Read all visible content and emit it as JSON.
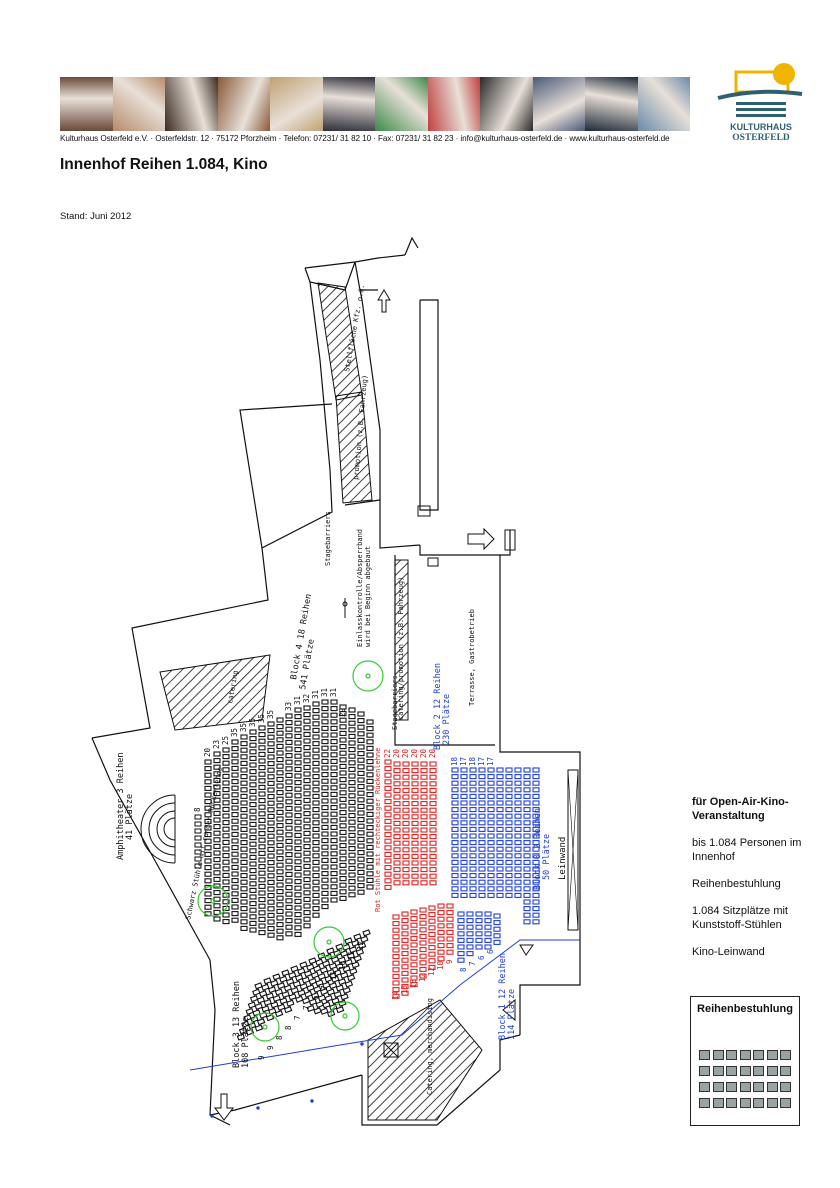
{
  "header": {
    "contact_line": "Kulturhaus Osterfeld e.V. · Osterfeldstr. 12 · 75172 Pforzheim · Telefon: 07231/ 31 82 10 · Fax: 07231/ 31 82 23 · info@kulturhaus-osterfeld.de · www.kulturhaus-osterfeld.de",
    "logo_line1": "KULTURHAUS",
    "logo_line2": "OSTERFELD",
    "banner_colors": [
      "#6b4a3a",
      "#b88a6a",
      "#3a2b22",
      "#8a5a3a",
      "#c0a070",
      "#2e2e3a",
      "#3c8a4a",
      "#c04040",
      "#2a2a2a",
      "#4a5a7a",
      "#1e2a3a",
      "#6a8aa8"
    ]
  },
  "page_title": "Innenhof Reihen 1.084, Kino",
  "stand": "Stand: Juni 2012",
  "plan": {
    "labels": {
      "stagebarriers": "Stagebarriers",
      "stellflaeche": "Stellfläche Kfz. o.ä.",
      "promotion_top": "promotion (z.B. Fahrzeug)",
      "einlass": "Einlasskontrolle/Absperrband",
      "einlass2": "wird bei Beginn abgebaut",
      "promotion_mid": "catering/promotion (z.B. Fahrzeug)",
      "stagebarriers2": "Stagebarriers",
      "terrasse": "Terrasse, Gastrobetrieb",
      "catering_left": "catering",
      "catering_bottom": "Catering, merchandising",
      "leinwand": "Leinwand",
      "schwarz_stuehle": "Schwarz Stühle mit runder Rückenlehne",
      "rot_stuehle": "Rot Stühle mit rechteckiger Rückenlehne"
    },
    "blocks": {
      "amphi_title": "Amphitheater  3 Reihen",
      "amphi_count": "41 Plätze",
      "block4_title": "Block 4  18 Reihen",
      "block4_count": "541 Plätze",
      "block2_title": "Block 2  12 Reihen",
      "block2_count": "230 Plätze",
      "block0_title": "Block 0  2 Reihen",
      "block0_count": "50 Plätze",
      "block1_title": "Block 1  12 Reihen",
      "block1_count": "114 Plätze",
      "block3_title": "Block 3   13 Reihen",
      "block3_count": "108 Plätze"
    },
    "row_numbers": {
      "black": [
        "20",
        "23",
        "25",
        "35",
        "35",
        "35",
        "35",
        "35",
        "33",
        "31",
        "32",
        "31",
        "31",
        "31",
        "29"
      ],
      "red": [
        "22",
        "20",
        "20",
        "20",
        "20",
        "20"
      ],
      "blue": [
        "18",
        "17",
        "18",
        "17",
        "17"
      ],
      "amphi_top": "8",
      "red_lower": [
        "14",
        "13",
        "13",
        "12",
        "12",
        "10",
        "9"
      ],
      "blue_lower": [
        "8",
        "7",
        "6",
        "6"
      ],
      "block3_rows": [
        "9",
        "9",
        "8",
        "8",
        "7",
        "7",
        "6",
        "7",
        "11",
        "10",
        "11",
        "12"
      ]
    },
    "colors": {
      "black": "#111111",
      "red": "#e0201e",
      "blue": "#1e3fd8",
      "green": "#33cc33"
    }
  },
  "info": {
    "headline": "für Open-Air-Kino-Veranstaltung",
    "persons": "bis 1.084 Personen im Innenhof",
    "seating": "Reihenbestuhlung",
    "seats": "1.084 Sitzplätze mit Kunststoff-Stühlen",
    "screen": "Kino-Leinwand"
  },
  "legend": {
    "title": "Reihenbestuhlung"
  }
}
